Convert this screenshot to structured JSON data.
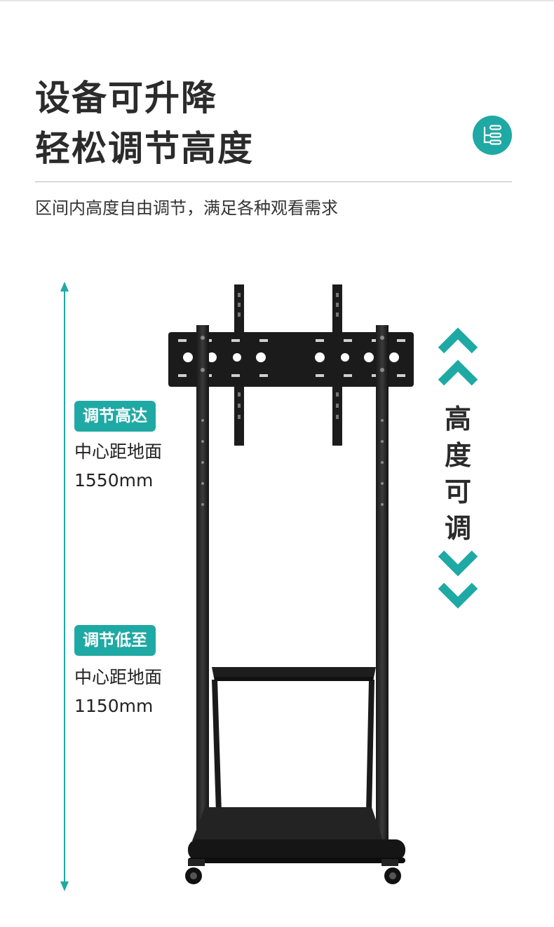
{
  "headline": {
    "line1": "设备可升降",
    "line2": "轻松调节高度"
  },
  "subtitle": "区间内高度自由调节，满足各种观看需求",
  "accent_color": "#1fa9a4",
  "menu_icon": "list-menu-icon",
  "max_height": {
    "tag": "调节高达",
    "label": "中心距地面",
    "value": "1550mm"
  },
  "min_height": {
    "tag": "调节低至",
    "label": "中心距地面",
    "value": "1150mm"
  },
  "vertical_label": [
    "高",
    "度",
    "可",
    "调"
  ]
}
